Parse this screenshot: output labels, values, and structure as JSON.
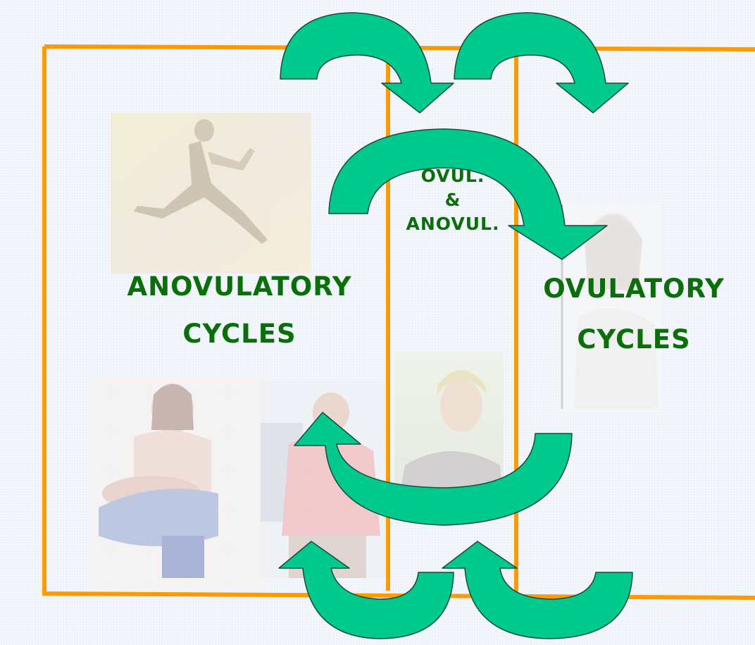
{
  "diagram": {
    "accent_color": "#ff9a00",
    "arrow_color": "#00c98e",
    "label_color": "#0a6e0a",
    "left_region": {
      "line1": "ANOVULATORY",
      "line2": "CYCLES"
    },
    "right_region": {
      "line1": "OVULATORY",
      "line2": "CYCLES"
    },
    "middle_region": {
      "line1": "OVUL.",
      "line2": "&",
      "line3": "ANOVUL."
    },
    "photos": [
      {
        "icon": "running-woman-photo"
      },
      {
        "icon": "breastfeeding-mother-photo"
      },
      {
        "icon": "pregnant-woman-photo"
      },
      {
        "icon": "smiling-woman-photo"
      },
      {
        "icon": "young-girl-photo"
      }
    ]
  }
}
